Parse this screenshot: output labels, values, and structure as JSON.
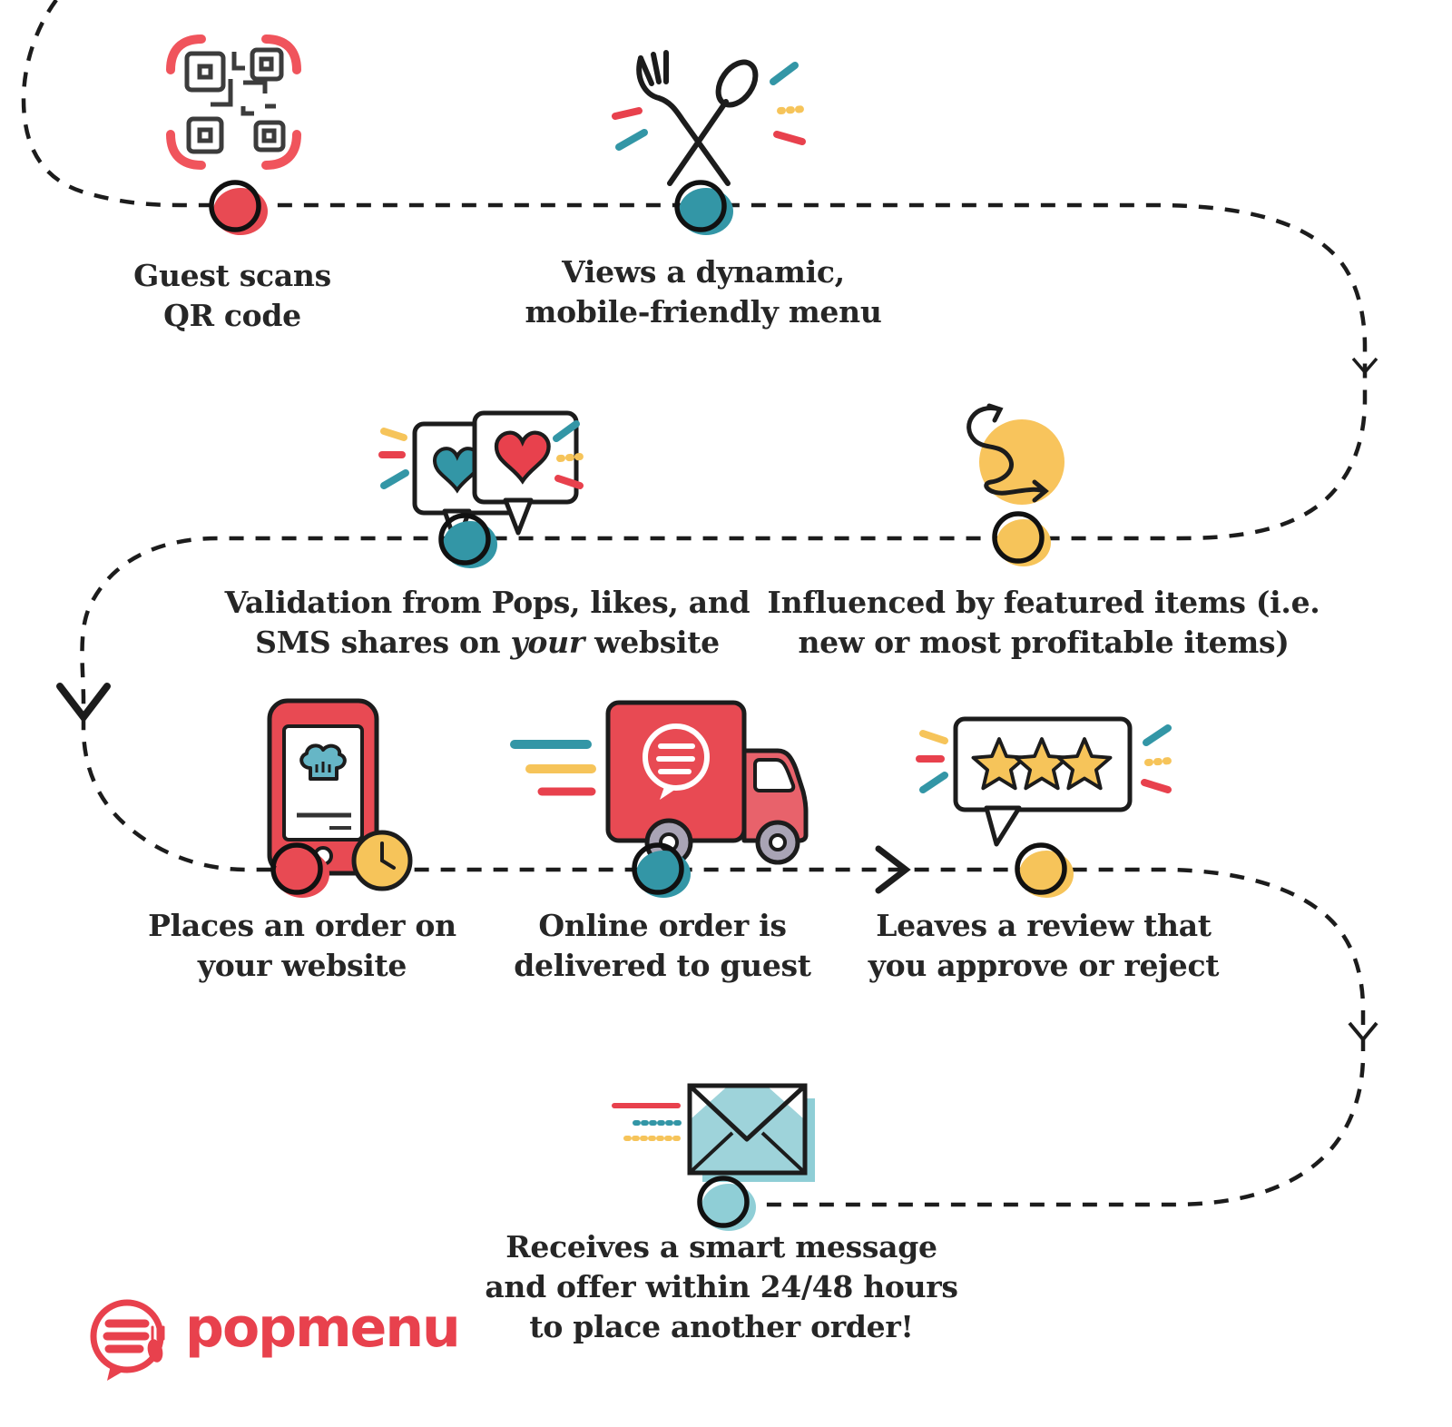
{
  "steps": [
    {
      "id": "scan-qr",
      "label": "Guest scans\nQR code",
      "node_color": "#E84A53",
      "icon": "qr-code-icon"
    },
    {
      "id": "view-menu",
      "label": "Views a dynamic,\nmobile-friendly menu",
      "node_color": "#3396A6",
      "icon": "fork-spoon-icon"
    },
    {
      "id": "influenced",
      "label": "Influenced by featured items (i.e.\nnew or most profitable items)",
      "node_color": "#F6C45A",
      "icon": "squiggle-arrow-icon"
    },
    {
      "id": "validation",
      "label_prefix": "Validation from Pops, likes, and\nSMS shares on ",
      "label_italic": "your",
      "label_suffix": " website",
      "node_color": "#3396A6",
      "icon": "hearts-chat-icon"
    },
    {
      "id": "place-order",
      "label": "Places an order on\nyour website",
      "node_color": "#E84A53",
      "icon": "phone-order-icon"
    },
    {
      "id": "delivery",
      "label": "Online order is\ndelivered to guest",
      "node_color": "#3396A6",
      "icon": "delivery-truck-icon"
    },
    {
      "id": "review",
      "label": "Leaves a review that\nyou approve or reject",
      "node_color": "#F6C45A",
      "icon": "star-review-icon"
    },
    {
      "id": "smart-message",
      "label": "Receives a smart message\nand offer within 24/48 hours\nto place another order!",
      "node_color": "#8FCED6",
      "icon": "envelope-icon"
    }
  ],
  "brand": {
    "logo_text": "popmenu",
    "color": "#E8414D"
  },
  "palette": {
    "red": "#E84A53",
    "teal": "#3396A6",
    "yellow": "#F6C45A",
    "light_teal": "#8FCED6",
    "line": "#1C1C1C",
    "text": "#262626",
    "background": "#FFFFFF"
  }
}
